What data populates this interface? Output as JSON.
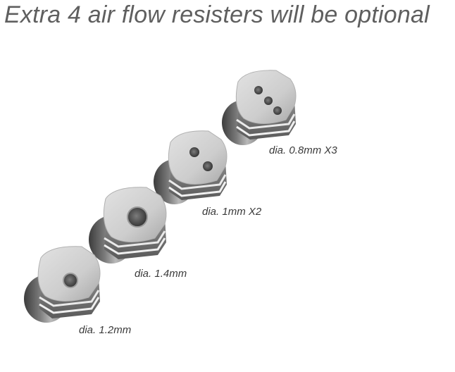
{
  "headline": "Extra 4 air flow resisters will be optional",
  "resisters": [
    {
      "label": "dia. 0.8mm X3",
      "holes": 3
    },
    {
      "label": "dia. 1mm X2",
      "holes": 2
    },
    {
      "label": "dia. 1.4mm",
      "holes": 1
    },
    {
      "label": "dia. 1.2mm",
      "holes": 1
    }
  ],
  "colors": {
    "headline": "#5f5f5f",
    "label": "#3a3a3a",
    "metal_light": "#d8d8d8",
    "metal_dark": "#555555"
  }
}
